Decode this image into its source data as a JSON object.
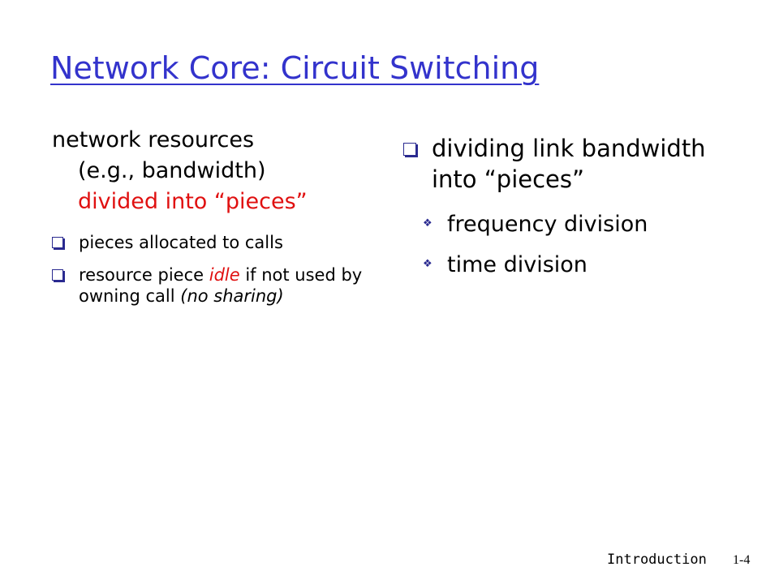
{
  "slide": {
    "title": "Network Core: Circuit Switching",
    "left": {
      "lead_line1": "network resources",
      "lead_line2": "(e.g., bandwidth)",
      "lead_line3_red": "divided into “pieces”",
      "bullets": [
        {
          "text": "pieces allocated to calls"
        },
        {
          "pre": "resource piece ",
          "emph": "idle",
          "post": " if not used by owning call ",
          "note": "(no sharing)"
        }
      ]
    },
    "right": {
      "bullet": "dividing link bandwidth into “pieces”",
      "subbullets": [
        "frequency division",
        "time division"
      ]
    },
    "footer": {
      "label": "Introduction",
      "page": "1-4"
    }
  },
  "colors": {
    "title": "#3333cc",
    "emphasis": "#e01010",
    "bullet": "#2a2a90"
  },
  "icons": {
    "level1": "square-bullet-icon",
    "level2": "diamond-bullet-icon"
  }
}
